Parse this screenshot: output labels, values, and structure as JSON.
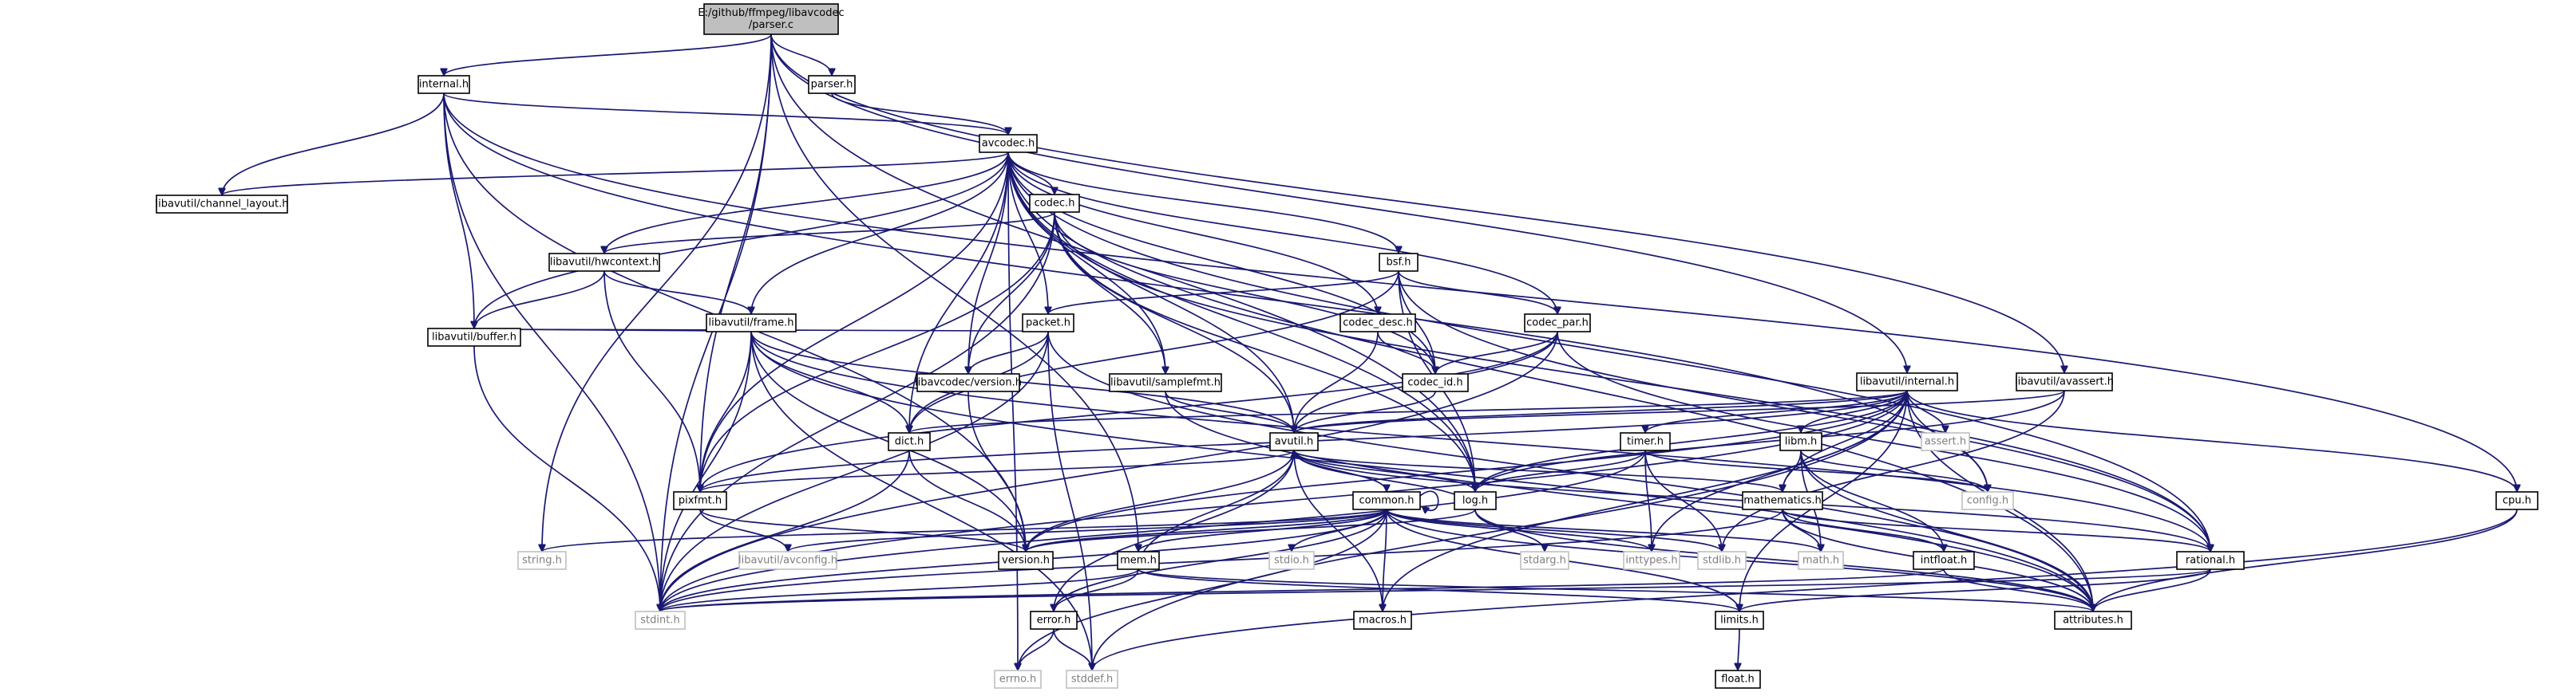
{
  "diagram": {
    "title": "E:/github/ffmpeg/libavcodec/parser.c",
    "colors": {
      "background": "#ffffff",
      "root_fill": "#bfbfbf",
      "node_fill": "#ffffff",
      "node_border": "#000000",
      "external_border": "#bfbfbf",
      "edge": "#191970",
      "text": "#000000",
      "external_text": "#7f7f7f"
    },
    "nodes": [
      {
        "id": "parser_c",
        "lines": [
          "E:/github/ffmpeg/libavcodec",
          "/parser.c"
        ],
        "kind": "root"
      },
      {
        "id": "internal_h",
        "lines": [
          "internal.h"
        ],
        "kind": "file"
      },
      {
        "id": "parser_h",
        "lines": [
          "parser.h"
        ],
        "kind": "file"
      },
      {
        "id": "avcodec_h",
        "lines": [
          "avcodec.h"
        ],
        "kind": "file"
      },
      {
        "id": "channel_layout_h",
        "lines": [
          "libavutil/channel_layout.h"
        ],
        "kind": "file"
      },
      {
        "id": "codec_h",
        "lines": [
          "codec.h"
        ],
        "kind": "file"
      },
      {
        "id": "hwcontext_h",
        "lines": [
          "libavutil/hwcontext.h"
        ],
        "kind": "file"
      },
      {
        "id": "bsf_h",
        "lines": [
          "bsf.h"
        ],
        "kind": "file"
      },
      {
        "id": "frame_h",
        "lines": [
          "libavutil/frame.h"
        ],
        "kind": "file"
      },
      {
        "id": "packet_h",
        "lines": [
          "packet.h"
        ],
        "kind": "file"
      },
      {
        "id": "codec_desc_h",
        "lines": [
          "codec_desc.h"
        ],
        "kind": "file"
      },
      {
        "id": "codec_par_h",
        "lines": [
          "codec_par.h"
        ],
        "kind": "file"
      },
      {
        "id": "buffer_h",
        "lines": [
          "libavutil/buffer.h"
        ],
        "kind": "file"
      },
      {
        "id": "lc_version_h",
        "lines": [
          "libavcodec/version.h"
        ],
        "kind": "file"
      },
      {
        "id": "samplefmt_h",
        "lines": [
          "libavutil/samplefmt.h"
        ],
        "kind": "file"
      },
      {
        "id": "codec_id_h",
        "lines": [
          "codec_id.h"
        ],
        "kind": "file"
      },
      {
        "id": "lu_internal_h",
        "lines": [
          "libavutil/internal.h"
        ],
        "kind": "file"
      },
      {
        "id": "avassert_h",
        "lines": [
          "libavutil/avassert.h"
        ],
        "kind": "file"
      },
      {
        "id": "dict_h",
        "lines": [
          "dict.h"
        ],
        "kind": "file"
      },
      {
        "id": "avutil_h",
        "lines": [
          "avutil.h"
        ],
        "kind": "file"
      },
      {
        "id": "timer_h",
        "lines": [
          "timer.h"
        ],
        "kind": "file"
      },
      {
        "id": "libm_h",
        "lines": [
          "libm.h"
        ],
        "kind": "file"
      },
      {
        "id": "assert_h",
        "lines": [
          "assert.h"
        ],
        "kind": "external"
      },
      {
        "id": "cpu_h",
        "lines": [
          "cpu.h"
        ],
        "kind": "file"
      },
      {
        "id": "pixfmt_h",
        "lines": [
          "pixfmt.h"
        ],
        "kind": "file"
      },
      {
        "id": "log_h",
        "lines": [
          "log.h"
        ],
        "kind": "file"
      },
      {
        "id": "config_h",
        "lines": [
          "config.h"
        ],
        "kind": "external"
      },
      {
        "id": "mathematics_h",
        "lines": [
          "mathematics.h"
        ],
        "kind": "file"
      },
      {
        "id": "common_h",
        "lines": [
          "common.h"
        ],
        "kind": "file"
      },
      {
        "id": "string_h",
        "lines": [
          "string.h"
        ],
        "kind": "external"
      },
      {
        "id": "avconfig_h",
        "lines": [
          "libavutil/avconfig.h"
        ],
        "kind": "external"
      },
      {
        "id": "stdio_h",
        "lines": [
          "stdio.h"
        ],
        "kind": "external"
      },
      {
        "id": "version_h",
        "lines": [
          "version.h"
        ],
        "kind": "file"
      },
      {
        "id": "mem_h",
        "lines": [
          "mem.h"
        ],
        "kind": "file"
      },
      {
        "id": "stdarg_h",
        "lines": [
          "stdarg.h"
        ],
        "kind": "external"
      },
      {
        "id": "inttypes_h",
        "lines": [
          "inttypes.h"
        ],
        "kind": "external"
      },
      {
        "id": "stdlib_h",
        "lines": [
          "stdlib.h"
        ],
        "kind": "external"
      },
      {
        "id": "math_h",
        "lines": [
          "math.h"
        ],
        "kind": "external"
      },
      {
        "id": "intfloat_h",
        "lines": [
          "intfloat.h"
        ],
        "kind": "file"
      },
      {
        "id": "rational_h",
        "lines": [
          "rational.h"
        ],
        "kind": "file"
      },
      {
        "id": "stdint_h",
        "lines": [
          "stdint.h"
        ],
        "kind": "external"
      },
      {
        "id": "macros_h",
        "lines": [
          "macros.h"
        ],
        "kind": "file"
      },
      {
        "id": "error_h",
        "lines": [
          "error.h"
        ],
        "kind": "file"
      },
      {
        "id": "limits_h",
        "lines": [
          "limits.h"
        ],
        "kind": "file"
      },
      {
        "id": "attributes_h",
        "lines": [
          "attributes.h"
        ],
        "kind": "file"
      },
      {
        "id": "errno_h",
        "lines": [
          "errno.h"
        ],
        "kind": "external"
      },
      {
        "id": "stddef_h",
        "lines": [
          "stddef.h"
        ],
        "kind": "external"
      },
      {
        "id": "float_h",
        "lines": [
          "float.h"
        ],
        "kind": "file"
      }
    ],
    "edges": [
      [
        "parser_c",
        "internal_h"
      ],
      [
        "parser_c",
        "parser_h"
      ],
      [
        "parser_c",
        "lu_internal_h"
      ],
      [
        "parser_c",
        "avassert_h"
      ],
      [
        "parser_c",
        "stdint_h"
      ],
      [
        "parser_c",
        "string_h"
      ],
      [
        "parser_c",
        "mem_h"
      ],
      [
        "parser_c",
        "pixfmt_h"
      ],
      [
        "parser_c",
        "log_h"
      ],
      [
        "internal_h",
        "avcodec_h"
      ],
      [
        "internal_h",
        "channel_layout_h"
      ],
      [
        "internal_h",
        "buffer_h"
      ],
      [
        "internal_h",
        "stdint_h"
      ],
      [
        "internal_h",
        "version_h"
      ],
      [
        "internal_h",
        "config_h"
      ],
      [
        "internal_h",
        "cpu_h"
      ],
      [
        "parser_h",
        "avcodec_h"
      ],
      [
        "avcodec_h",
        "channel_layout_h"
      ],
      [
        "avcodec_h",
        "codec_h"
      ],
      [
        "avcodec_h",
        "hwcontext_h"
      ],
      [
        "avcodec_h",
        "bsf_h"
      ],
      [
        "avcodec_h",
        "frame_h"
      ],
      [
        "avcodec_h",
        "packet_h"
      ],
      [
        "avcodec_h",
        "codec_desc_h"
      ],
      [
        "avcodec_h",
        "codec_par_h"
      ],
      [
        "avcodec_h",
        "buffer_h"
      ],
      [
        "avcodec_h",
        "lc_version_h"
      ],
      [
        "avcodec_h",
        "samplefmt_h"
      ],
      [
        "avcodec_h",
        "codec_id_h"
      ],
      [
        "avcodec_h",
        "dict_h"
      ],
      [
        "avcodec_h",
        "avutil_h"
      ],
      [
        "avcodec_h",
        "pixfmt_h"
      ],
      [
        "avcodec_h",
        "log_h"
      ],
      [
        "avcodec_h",
        "rational_h"
      ],
      [
        "avcodec_h",
        "attributes_h"
      ],
      [
        "avcodec_h",
        "errno_h"
      ],
      [
        "codec_h",
        "hwcontext_h"
      ],
      [
        "codec_h",
        "lc_version_h"
      ],
      [
        "codec_h",
        "samplefmt_h"
      ],
      [
        "codec_h",
        "codec_id_h"
      ],
      [
        "codec_h",
        "avutil_h"
      ],
      [
        "codec_h",
        "pixfmt_h"
      ],
      [
        "codec_h",
        "log_h"
      ],
      [
        "codec_h",
        "rational_h"
      ],
      [
        "codec_h",
        "stdint_h"
      ],
      [
        "hwcontext_h",
        "frame_h"
      ],
      [
        "hwcontext_h",
        "buffer_h"
      ],
      [
        "hwcontext_h",
        "pixfmt_h"
      ],
      [
        "bsf_h",
        "packet_h"
      ],
      [
        "bsf_h",
        "codec_par_h"
      ],
      [
        "bsf_h",
        "codec_id_h"
      ],
      [
        "bsf_h",
        "dict_h"
      ],
      [
        "bsf_h",
        "log_h"
      ],
      [
        "bsf_h",
        "rational_h"
      ],
      [
        "frame_h",
        "buffer_h"
      ],
      [
        "frame_h",
        "dict_h"
      ],
      [
        "frame_h",
        "avutil_h"
      ],
      [
        "frame_h",
        "pixfmt_h"
      ],
      [
        "frame_h",
        "rational_h"
      ],
      [
        "frame_h",
        "version_h"
      ],
      [
        "frame_h",
        "attributes_h"
      ],
      [
        "frame_h",
        "stddef_h"
      ],
      [
        "frame_h",
        "stdint_h"
      ],
      [
        "packet_h",
        "buffer_h"
      ],
      [
        "packet_h",
        "lc_version_h"
      ],
      [
        "packet_h",
        "dict_h"
      ],
      [
        "packet_h",
        "attributes_h"
      ],
      [
        "packet_h",
        "stdint_h"
      ],
      [
        "packet_h",
        "stddef_h"
      ],
      [
        "codec_desc_h",
        "codec_id_h"
      ],
      [
        "codec_desc_h",
        "avutil_h"
      ],
      [
        "codec_par_h",
        "codec_id_h"
      ],
      [
        "codec_par_h",
        "avutil_h"
      ],
      [
        "codec_par_h",
        "pixfmt_h"
      ],
      [
        "codec_par_h",
        "rational_h"
      ],
      [
        "codec_par_h",
        "stdint_h"
      ],
      [
        "buffer_h",
        "stdint_h"
      ],
      [
        "lc_version_h",
        "version_h"
      ],
      [
        "samplefmt_h",
        "avutil_h"
      ],
      [
        "samplefmt_h",
        "attributes_h"
      ],
      [
        "codec_id_h",
        "avutil_h"
      ],
      [
        "lu_internal_h",
        "avutil_h"
      ],
      [
        "lu_internal_h",
        "timer_h"
      ],
      [
        "lu_internal_h",
        "libm_h"
      ],
      [
        "lu_internal_h",
        "assert_h"
      ],
      [
        "lu_internal_h",
        "cpu_h"
      ],
      [
        "lu_internal_h",
        "config_h"
      ],
      [
        "lu_internal_h",
        "dict_h"
      ],
      [
        "lu_internal_h",
        "log_h"
      ],
      [
        "lu_internal_h",
        "pixfmt_h"
      ],
      [
        "lu_internal_h",
        "version_h"
      ],
      [
        "lu_internal_h",
        "macros_h"
      ],
      [
        "lu_internal_h",
        "mathematics_h"
      ],
      [
        "lu_internal_h",
        "attributes_h"
      ],
      [
        "lu_internal_h",
        "limits_h"
      ],
      [
        "lu_internal_h",
        "stdint_h"
      ],
      [
        "lu_internal_h",
        "stddef_h"
      ],
      [
        "lu_internal_h",
        "inttypes_h"
      ],
      [
        "avassert_h",
        "avutil_h"
      ],
      [
        "avassert_h",
        "log_h"
      ],
      [
        "avassert_h",
        "stdlib_h"
      ],
      [
        "dict_h",
        "stdint_h"
      ],
      [
        "dict_h",
        "version_h"
      ],
      [
        "avutil_h",
        "common_h"
      ],
      [
        "avutil_h",
        "log_h"
      ],
      [
        "avutil_h",
        "pixfmt_h"
      ],
      [
        "avutil_h",
        "rational_h"
      ],
      [
        "avutil_h",
        "version_h"
      ],
      [
        "avutil_h",
        "mathematics_h"
      ],
      [
        "avutil_h",
        "macros_h"
      ],
      [
        "avutil_h",
        "error_h"
      ],
      [
        "timer_h",
        "config_h"
      ],
      [
        "timer_h",
        "log_h"
      ],
      [
        "timer_h",
        "inttypes_h"
      ],
      [
        "timer_h",
        "stdlib_h"
      ],
      [
        "timer_h",
        "stdint_h"
      ],
      [
        "libm_h",
        "config_h"
      ],
      [
        "libm_h",
        "attributes_h"
      ],
      [
        "libm_h",
        "intfloat_h"
      ],
      [
        "libm_h",
        "mathematics_h"
      ],
      [
        "libm_h",
        "math_h"
      ],
      [
        "cpu_h",
        "attributes_h"
      ],
      [
        "cpu_h",
        "stddef_h"
      ],
      [
        "pixfmt_h",
        "avconfig_h"
      ],
      [
        "pixfmt_h",
        "version_h"
      ],
      [
        "log_h",
        "avutil_h"
      ],
      [
        "log_h",
        "attributes_h"
      ],
      [
        "log_h",
        "version_h"
      ],
      [
        "log_h",
        "stdarg_h"
      ],
      [
        "mathematics_h",
        "attributes_h"
      ],
      [
        "mathematics_h",
        "intfloat_h"
      ],
      [
        "mathematics_h",
        "rational_h"
      ],
      [
        "mathematics_h",
        "math_h"
      ],
      [
        "mathematics_h",
        "stdint_h"
      ],
      [
        "common_h",
        "attributes_h"
      ],
      [
        "common_h",
        "macros_h"
      ],
      [
        "common_h",
        "version_h"
      ],
      [
        "common_h",
        "mem_h"
      ],
      [
        "common_h",
        "error_h"
      ],
      [
        "common_h",
        "string_h"
      ],
      [
        "common_h",
        "avconfig_h"
      ],
      [
        "common_h",
        "stdio_h"
      ],
      [
        "common_h",
        "inttypes_h"
      ],
      [
        "common_h",
        "stdlib_h"
      ],
      [
        "common_h",
        "math_h"
      ],
      [
        "common_h",
        "limits_h"
      ],
      [
        "common_h",
        "errno_h"
      ],
      [
        "common_h",
        "stdint_h"
      ],
      [
        "common_h",
        "common_h"
      ],
      [
        "mem_h",
        "attributes_h"
      ],
      [
        "mem_h",
        "error_h"
      ],
      [
        "mem_h",
        "avutil_h"
      ],
      [
        "mem_h",
        "limits_h"
      ],
      [
        "mem_h",
        "stdint_h"
      ],
      [
        "intfloat_h",
        "attributes_h"
      ],
      [
        "intfloat_h",
        "stdint_h"
      ],
      [
        "rational_h",
        "attributes_h"
      ],
      [
        "rational_h",
        "limits_h"
      ],
      [
        "rational_h",
        "stdint_h"
      ],
      [
        "error_h",
        "errno_h"
      ],
      [
        "error_h",
        "stddef_h"
      ],
      [
        "limits_h",
        "float_h"
      ]
    ]
  }
}
